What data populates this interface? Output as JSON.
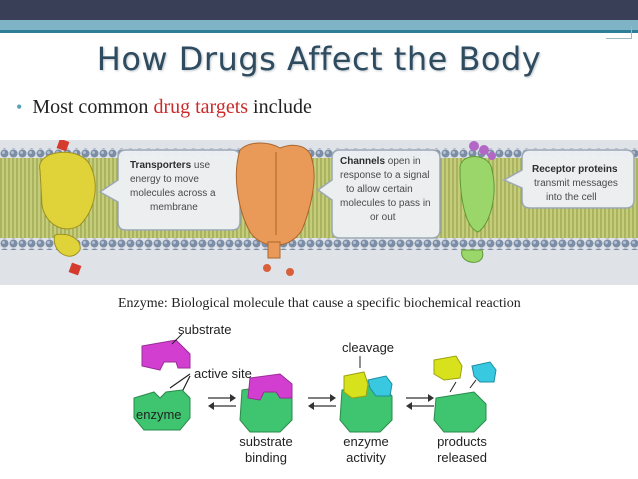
{
  "slide": {
    "title": "How Drugs Affect the Body",
    "bullet": {
      "prefix": "Most common ",
      "highlight": "drug targets",
      "suffix": " include"
    }
  },
  "membrane_figure": {
    "transporters": {
      "heading": "Transporters",
      "text_lines": [
        "use",
        "energy to move",
        "molecules across a",
        "membrane"
      ]
    },
    "channels": {
      "heading": "Channels",
      "text_lines": [
        "open in",
        "response to a signal",
        "to allow certain",
        "molecules to pass in",
        "or out"
      ]
    },
    "receptors": {
      "heading": "Receptor proteins",
      "text_lines": [
        "transmit messages",
        "into the cell"
      ]
    }
  },
  "enzyme_caption": "Enzyme: Biological molecule that cause a specific biochemical reaction",
  "enzyme_figure": {
    "substrate": "substrate",
    "active_site": "active site",
    "enzyme": "enzyme",
    "cleavage": "cleavage",
    "stage1": [
      "substrate",
      "binding"
    ],
    "stage2": [
      "enzyme",
      "activity"
    ],
    "stage3": [
      "products",
      "released"
    ]
  },
  "colors": {
    "title": "#2e4b5f",
    "highlight": "#cc2a2a",
    "enzyme_green": "#3fc46f",
    "substrate_magenta": "#d23fd0",
    "product_yellow": "#d8e21c",
    "product_cyan": "#38c8e0"
  }
}
